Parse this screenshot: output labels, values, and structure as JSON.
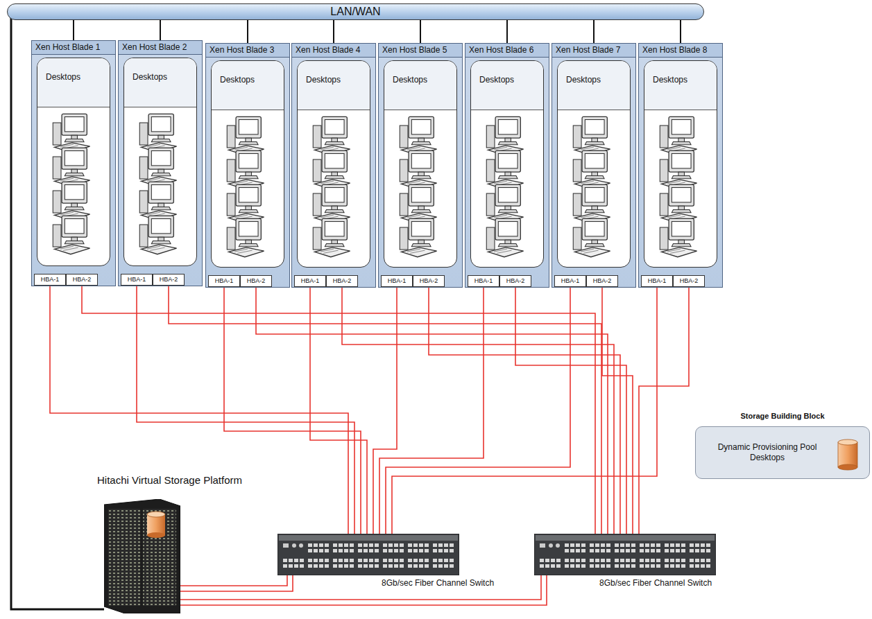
{
  "diagram": {
    "nodes": [
      {
        "text": [
          "LAN/WAN"
        ]
      },
      {
        "text": [
          "Xen Host Blade 1"
        ]
      },
      {
        "text": [
          "Desktops"
        ],
        "in": 1
      },
      {
        "text": [
          "HBA-1"
        ],
        "in": 1
      },
      {
        "text": [
          "HBA-2"
        ],
        "in": 1
      },
      {
        "text": [
          "Xen Host Blade 2"
        ]
      },
      {
        "text": [
          "Desktops"
        ],
        "in": 5
      },
      {
        "text": [
          "HBA-1"
        ],
        "in": 5
      },
      {
        "text": [
          "HBA-2"
        ],
        "in": 5
      },
      {
        "text": [
          "Xen Host Blade 3"
        ]
      },
      {
        "text": [
          "Desktops"
        ],
        "in": 9
      },
      {
        "text": [
          "HBA-1"
        ],
        "in": 9
      },
      {
        "text": [
          "HBA-2"
        ],
        "in": 9
      },
      {
        "text": [
          "Xen Host Blade 4"
        ]
      },
      {
        "text": [
          "Desktops"
        ],
        "in": 13
      },
      {
        "text": [
          "HBA-1"
        ],
        "in": 13
      },
      {
        "text": [
          "HBA-2"
        ],
        "in": 13
      },
      {
        "text": [
          "Xen Host Blade 5"
        ]
      },
      {
        "text": [
          "Desktops"
        ],
        "in": 17
      },
      {
        "text": [
          "HBA-1"
        ],
        "in": 17
      },
      {
        "text": [
          "HBA-2"
        ],
        "in": 17
      },
      {
        "text": [
          "Xen Host Blade 6"
        ]
      },
      {
        "text": [
          "Desktops"
        ],
        "in": 21
      },
      {
        "text": [
          "HBA-1"
        ],
        "in": 21
      },
      {
        "text": [
          "HBA-2"
        ],
        "in": 21
      },
      {
        "text": [
          "Xen Host Blade 7"
        ]
      },
      {
        "text": [
          "Desktops"
        ],
        "in": 25
      },
      {
        "text": [
          "HBA-1"
        ],
        "in": 25
      },
      {
        "text": [
          "HBA-2"
        ],
        "in": 25
      },
      {
        "text": [
          "Xen Host Blade 8"
        ]
      },
      {
        "text": [
          "Desktops"
        ],
        "in": 29
      },
      {
        "text": [
          "HBA-1"
        ],
        "in": 29
      },
      {
        "text": [
          "HBA-2"
        ],
        "in": 29
      },
      {
        "text": [
          "Hitachi Virtual Storage Platform"
        ]
      },
      {
        "text": [
          "8Gb/sec Fiber Channel Switch"
        ]
      },
      {
        "text": [
          "8Gb/sec Fiber Channel Switch"
        ]
      },
      {
        "text": [
          "Storage Building Block",
          "Dynamic Provisioning Pool Desktops"
        ]
      }
    ],
    "edges": [
      {
        "from": 0,
        "to": 1,
        "arrow": "none"
      },
      {
        "from": 0,
        "to": 5,
        "arrow": "none"
      },
      {
        "from": 0,
        "to": 9,
        "arrow": "none"
      },
      {
        "from": 0,
        "to": 13,
        "arrow": "none"
      },
      {
        "from": 0,
        "to": 17,
        "arrow": "none"
      },
      {
        "from": 0,
        "to": 21,
        "arrow": "none"
      },
      {
        "from": 0,
        "to": 25,
        "arrow": "none"
      },
      {
        "from": 0,
        "to": 29,
        "arrow": "none"
      },
      {
        "from": 0,
        "to": 33,
        "arrow": "none"
      },
      {
        "from": 3,
        "to": 34,
        "arrow": "none"
      },
      {
        "from": 4,
        "to": 35,
        "arrow": "none"
      },
      {
        "from": 7,
        "to": 34,
        "arrow": "none"
      },
      {
        "from": 8,
        "to": 35,
        "arrow": "none"
      },
      {
        "from": 11,
        "to": 34,
        "arrow": "none"
      },
      {
        "from": 12,
        "to": 35,
        "arrow": "none"
      },
      {
        "from": 15,
        "to": 34,
        "arrow": "none"
      },
      {
        "from": 16,
        "to": 35,
        "arrow": "none"
      },
      {
        "from": 19,
        "to": 34,
        "arrow": "none"
      },
      {
        "from": 20,
        "to": 35,
        "arrow": "none"
      },
      {
        "from": 23,
        "to": 34,
        "arrow": "none"
      },
      {
        "from": 24,
        "to": 35,
        "arrow": "none"
      },
      {
        "from": 27,
        "to": 34,
        "arrow": "none"
      },
      {
        "from": 28,
        "to": 35,
        "arrow": "none"
      },
      {
        "from": 31,
        "to": 34,
        "arrow": "none"
      },
      {
        "from": 32,
        "to": 35,
        "arrow": "none"
      },
      {
        "from": 33,
        "to": 34,
        "arrow": "none"
      },
      {
        "from": 33,
        "to": 34,
        "arrow": "none"
      },
      {
        "from": 33,
        "to": 35,
        "arrow": "none"
      },
      {
        "from": 33,
        "to": 35,
        "arrow": "none"
      }
    ]
  }
}
